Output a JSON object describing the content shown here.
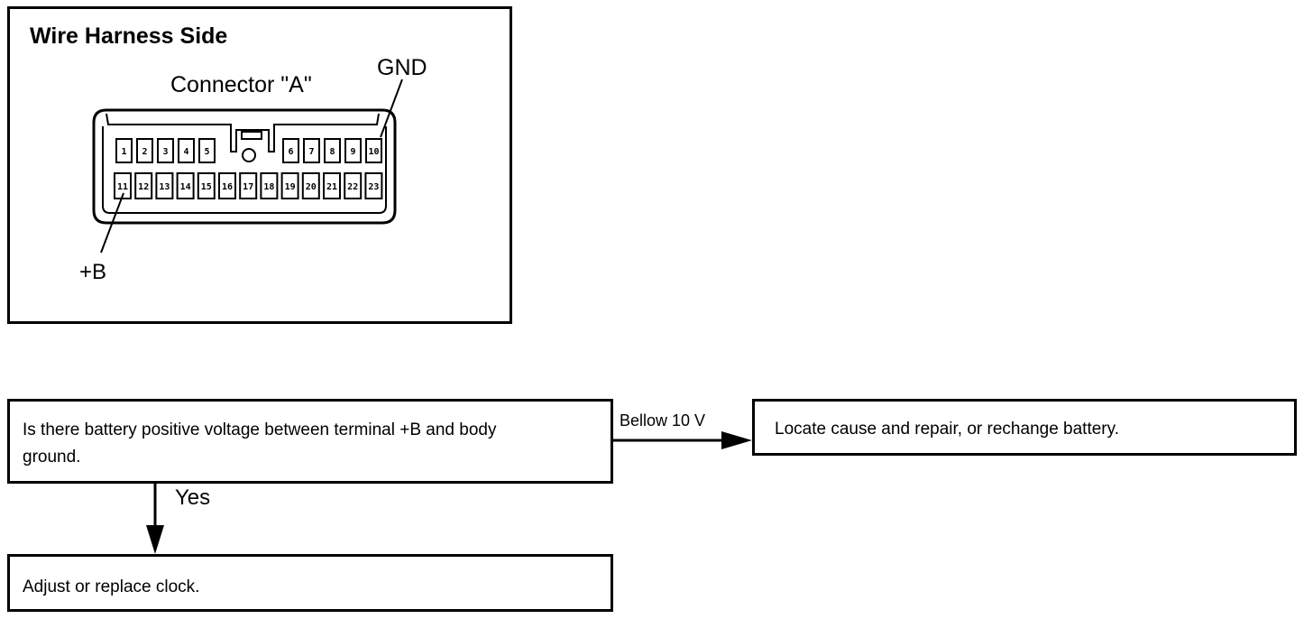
{
  "panel": {
    "title": "Wire Harness Side",
    "connector_label": "Connector \"A\"",
    "gnd_label": "GND",
    "b_label": "+B",
    "top_pins_left": [
      "1",
      "2",
      "3",
      "4",
      "5"
    ],
    "top_pins_right": [
      "6",
      "7",
      "8",
      "9",
      "10"
    ],
    "bottom_pins": [
      "11",
      "12",
      "13",
      "14",
      "15",
      "16",
      "17",
      "18",
      "19",
      "20",
      "21",
      "22",
      "23"
    ]
  },
  "flow": {
    "question": "Is there battery positive voltage between terminal +B and body ground.",
    "no_branch_label": "Bellow 10 V",
    "no_result": "Locate cause and repair, or rechange battery.",
    "yes_branch_label": "Yes",
    "yes_result": "Adjust or replace clock."
  }
}
